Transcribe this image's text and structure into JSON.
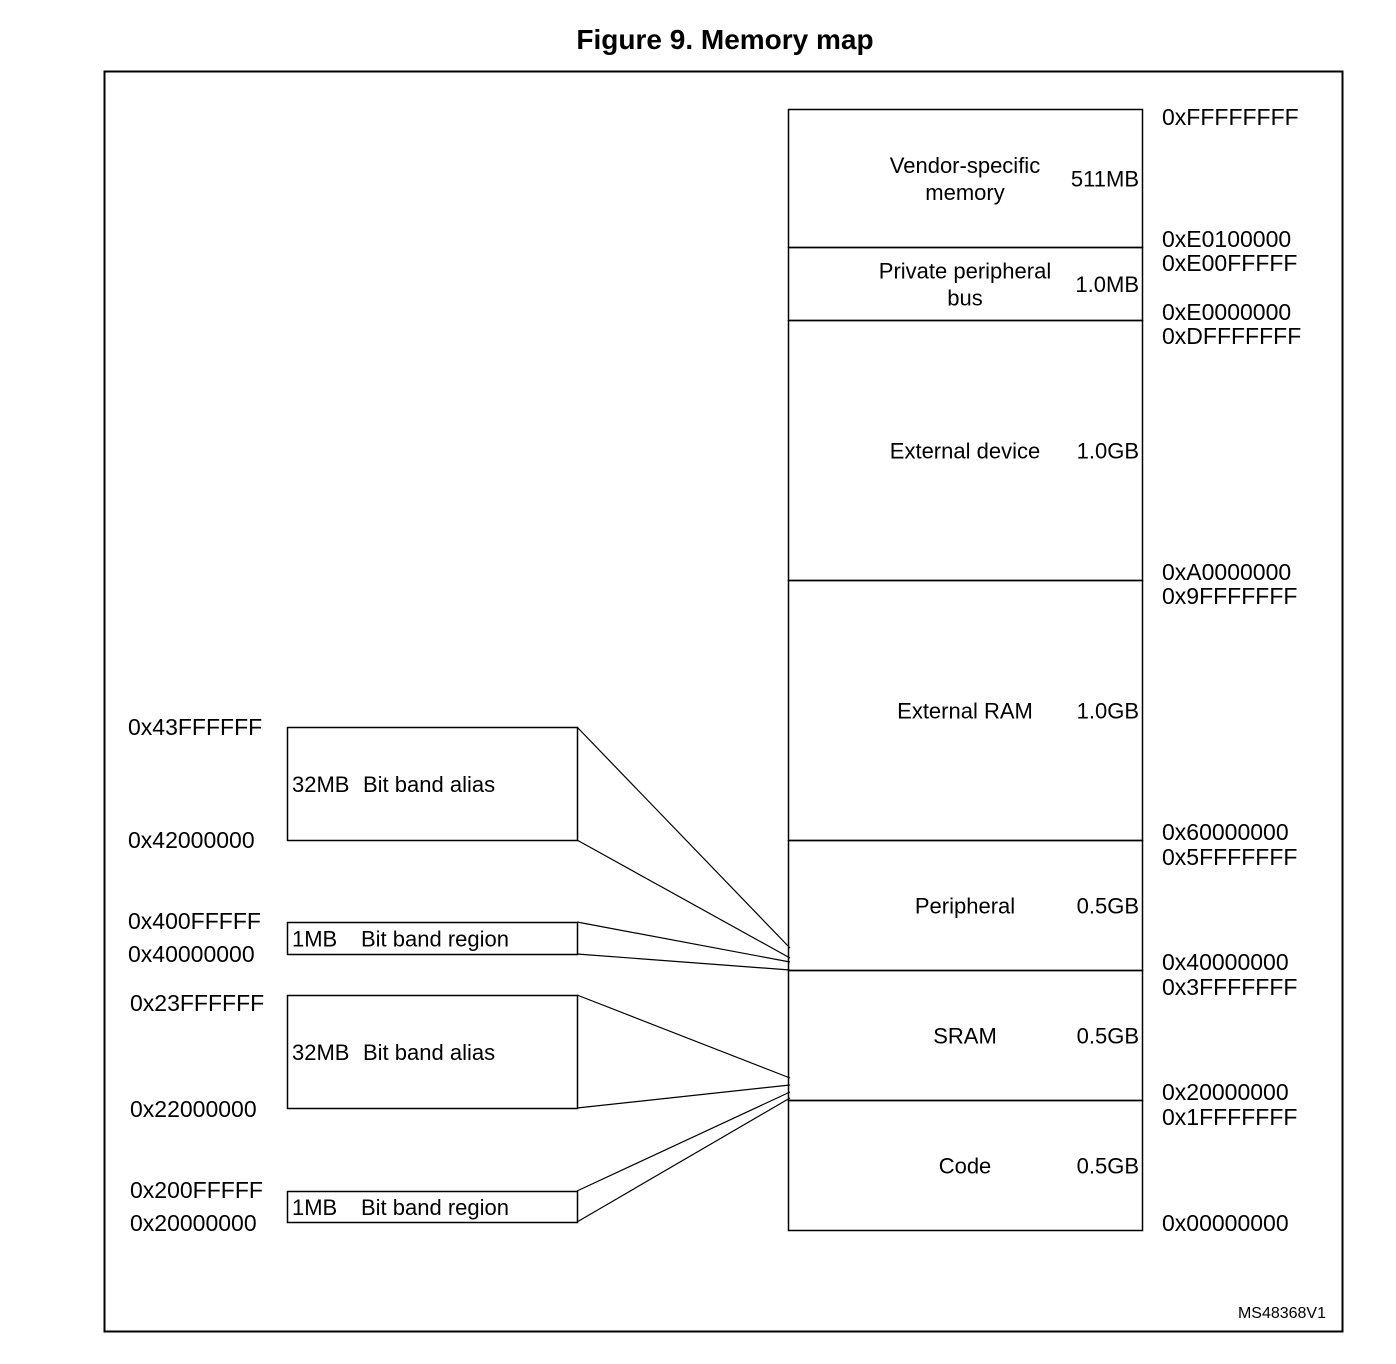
{
  "figure": {
    "title": "Figure 9. Memory map",
    "ref": "MS48368V1"
  },
  "map": {
    "regions": [
      {
        "name": [
          "Vendor-specific",
          "memory"
        ],
        "size": "511MB"
      },
      {
        "name": [
          "Private peripheral",
          "bus"
        ],
        "size": "1.0MB"
      },
      {
        "name": [
          "External device"
        ],
        "size": "1.0GB"
      },
      {
        "name": [
          "External RAM"
        ],
        "size": "1.0GB"
      },
      {
        "name": [
          "Peripheral"
        ],
        "size": "0.5GB"
      },
      {
        "name": [
          "SRAM"
        ],
        "size": "0.5GB"
      },
      {
        "name": [
          "Code"
        ],
        "size": "0.5GB"
      }
    ],
    "addresses": [
      "0xFFFFFFFF",
      "0xE0100000",
      "0xE00FFFFF",
      "0xE0000000",
      "0xDFFFFFFF",
      "0xA0000000",
      "0x9FFFFFFF",
      "0x60000000",
      "0x5FFFFFFF",
      "0x40000000",
      "0x3FFFFFFF",
      "0x20000000",
      "0x1FFFFFFF",
      "0x00000000"
    ]
  },
  "bitband": {
    "blocks": [
      {
        "size": "32MB",
        "label": "Bit band alias",
        "top": "0x43FFFFFF",
        "bottom": "0x42000000"
      },
      {
        "size": "1MB",
        "label": "Bit band region",
        "top": "0x400FFFFF",
        "bottom": "0x40000000"
      },
      {
        "size": "32MB",
        "label": "Bit band alias",
        "top": "0x23FFFFFF",
        "bottom": "0x22000000"
      },
      {
        "size": "1MB",
        "label": "Bit band region",
        "top": "0x200FFFFF",
        "bottom": "0x20000000"
      }
    ]
  }
}
